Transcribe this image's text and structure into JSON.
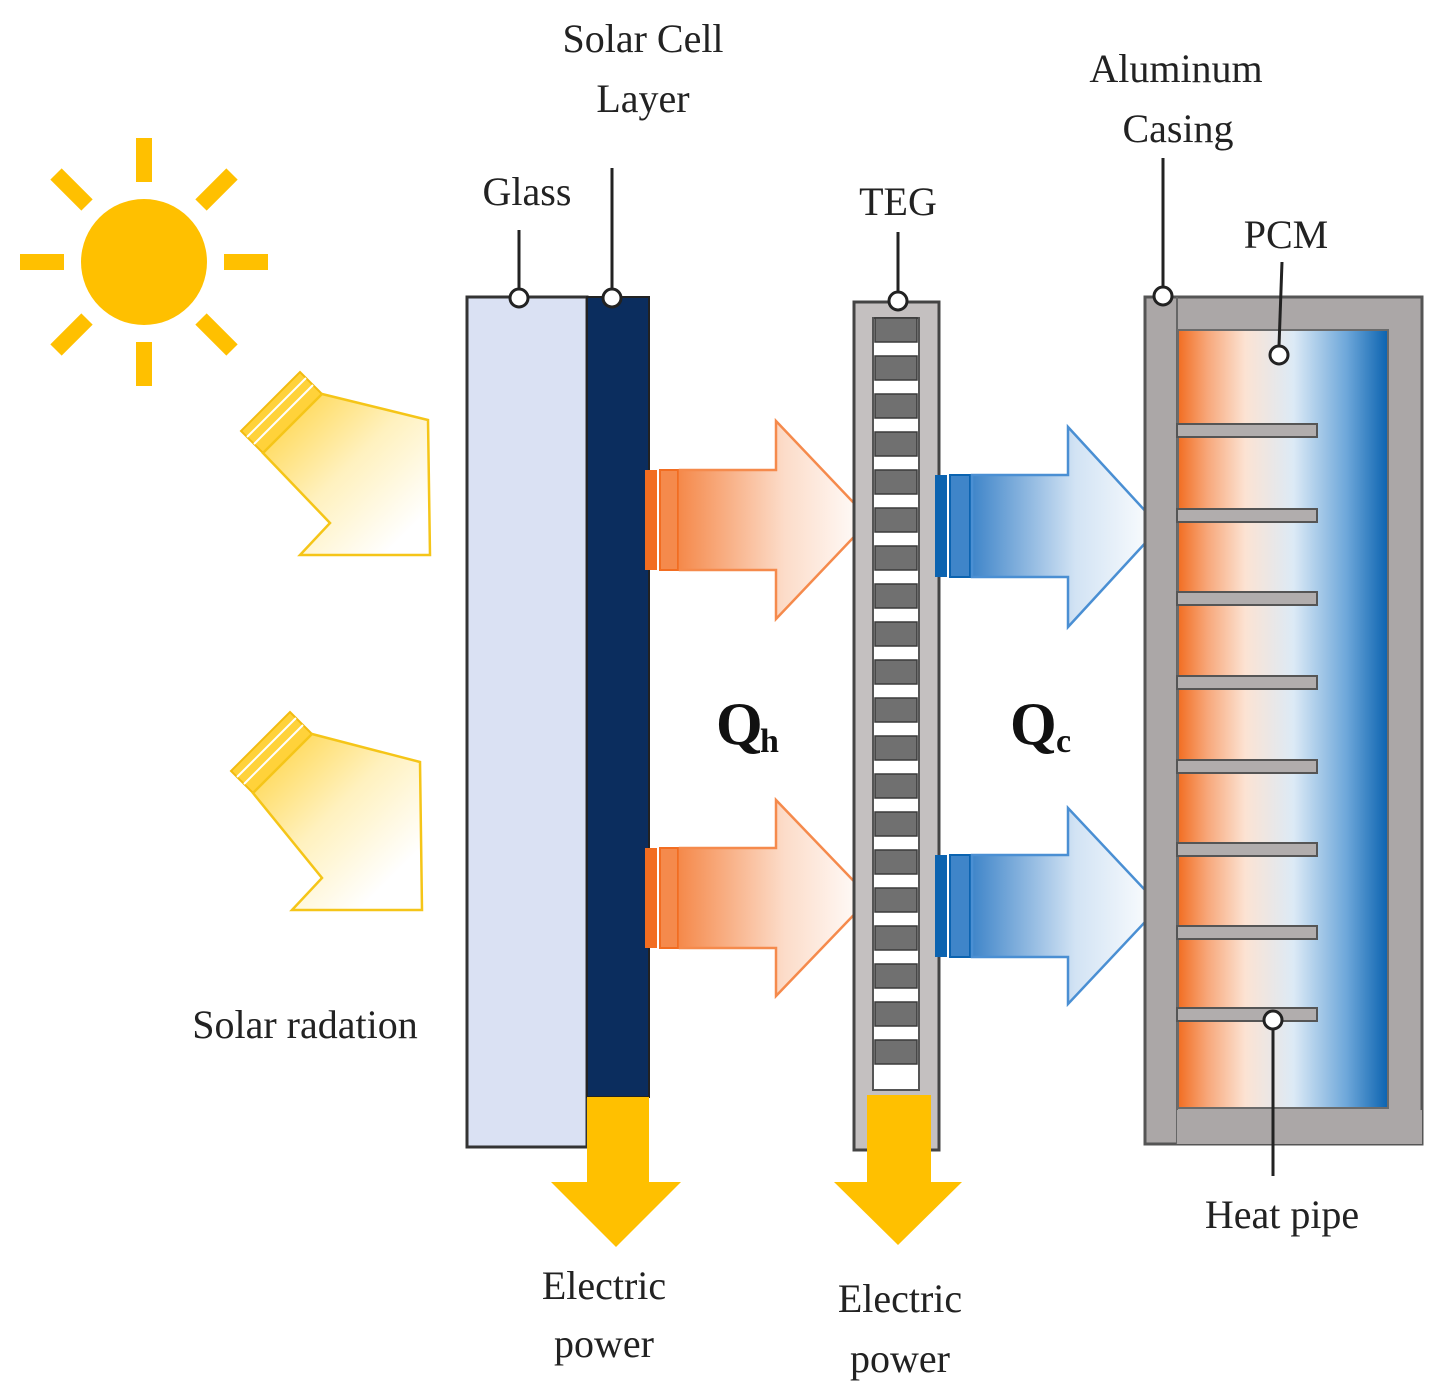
{
  "labels": {
    "solar_cell_layer_1": "Solar Cell",
    "solar_cell_layer_2": "Layer",
    "glass": "Glass",
    "teg": "TEG",
    "aluminum_casing_1": "Aluminum",
    "aluminum_casing_2": "Casing",
    "pcm": "PCM",
    "solar_radiation": "Solar radation",
    "heat_pipe": "Heat pipe",
    "electric_power_1_a": "Electric",
    "electric_power_1_b": "power",
    "electric_power_2_a": "Electric",
    "electric_power_2_b": "power",
    "qh_main": "Q",
    "qh_sub": "h",
    "qc_main": "Q",
    "qc_sub": "c"
  },
  "colors": {
    "sun": "#FFC000",
    "glass": "#DAE1F3",
    "solar_cell": "#0B2D5E",
    "casing_gray": "#ABA7A7",
    "teg_dark": "#707070",
    "hot_orange": "#F26D21",
    "cold_blue": "#0B63B0"
  }
}
